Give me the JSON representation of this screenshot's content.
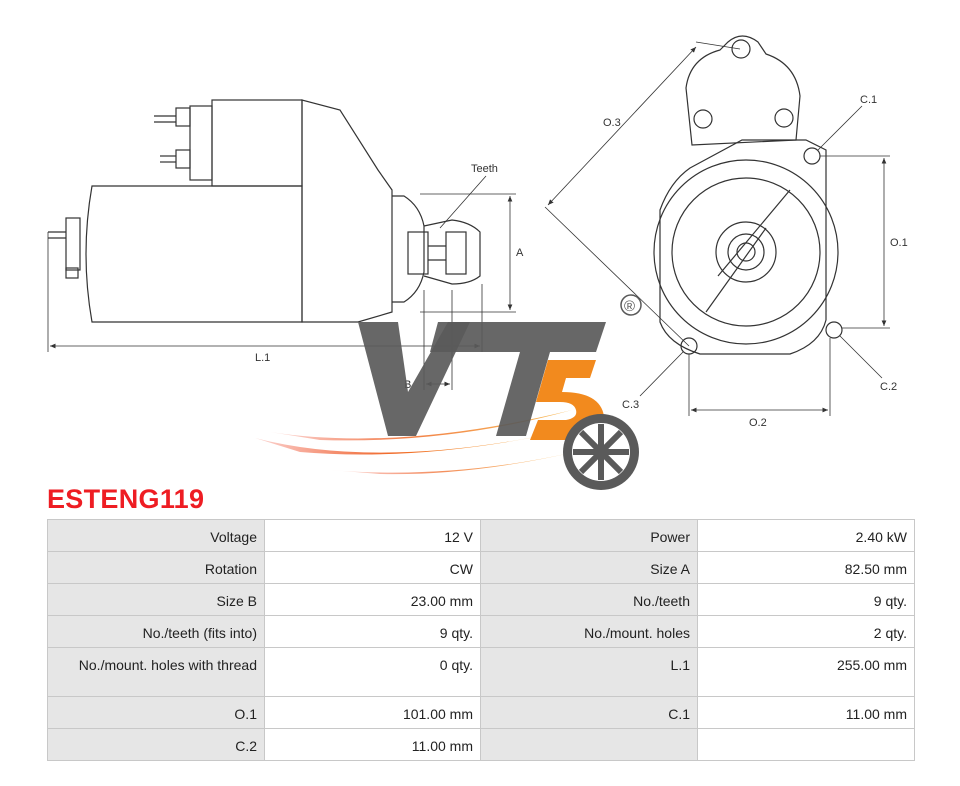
{
  "drawing": {
    "labels": {
      "teeth": "Teeth",
      "a": "A",
      "b": "B",
      "l1": "L.1",
      "o1": "O.1",
      "o2": "O.2",
      "o3": "O.3",
      "c1": "C.1",
      "c2": "C.2",
      "c3": "C.3"
    },
    "registered_mark": "®",
    "logo": {
      "text": "VT5",
      "colors": {
        "letters": "#555555",
        "swoosh_orange": "#f28a1e",
        "swoosh_red": "#ee3b24"
      }
    }
  },
  "product": {
    "code": "ESTENG119",
    "code_color": "#ee1d23"
  },
  "specs": {
    "rows": [
      [
        {
          "label": "Voltage",
          "value": "12 V"
        },
        {
          "label": "Power",
          "value": "2.40 kW"
        }
      ],
      [
        {
          "label": "Rotation",
          "value": "CW"
        },
        {
          "label": "Size A",
          "value": "82.50 mm"
        }
      ],
      [
        {
          "label": "Size B",
          "value": "23.00 mm"
        },
        {
          "label": "No./teeth",
          "value": "9 qty."
        }
      ],
      [
        {
          "label": "No./teeth (fits into)",
          "value": "9 qty."
        },
        {
          "label": "No./mount. holes",
          "value": "2 qty."
        }
      ],
      [
        {
          "label": "No./mount. holes with thread",
          "value": "0 qty."
        },
        {
          "label": "L.1",
          "value": "255.00 mm"
        }
      ],
      [
        {
          "label": "O.1",
          "value": "101.00 mm"
        },
        {
          "label": "C.1",
          "value": "11.00 mm"
        }
      ],
      [
        {
          "label": "C.2",
          "value": "11.00 mm"
        },
        {
          "label": "",
          "value": ""
        }
      ]
    ]
  }
}
